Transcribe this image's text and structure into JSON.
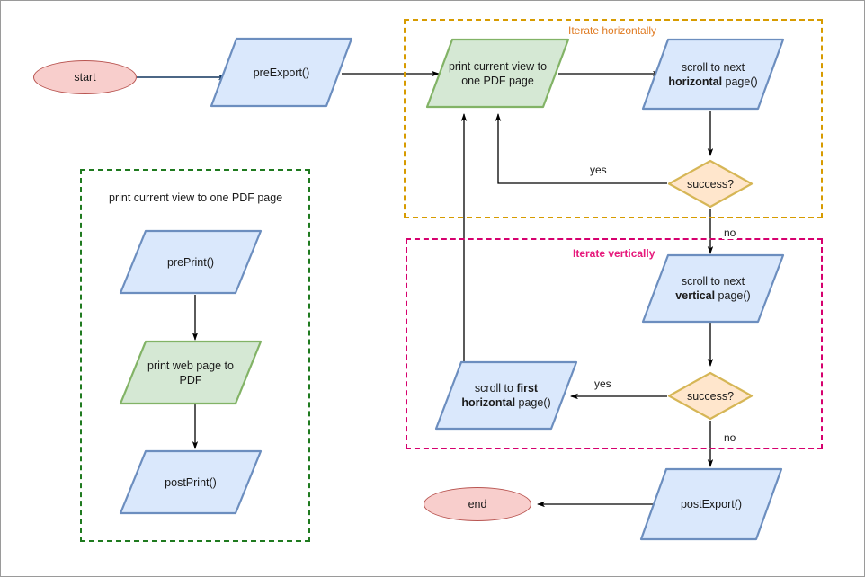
{
  "diagram": {
    "title": "PDF export flowchart",
    "colors": {
      "blue_fill": "#dae8fc",
      "blue_stroke": "#6c8ebf",
      "green_fill": "#d5e8d4",
      "green_stroke": "#82b366",
      "yellow_fill": "#ffe6cc",
      "yellow_stroke": "#d6b656",
      "red_fill": "#f8cecc",
      "red_stroke": "#b85450",
      "group_horizontal": "#d79b00",
      "group_vertical": "#d6006e",
      "group_sub": "#1f7a1f",
      "edge": "#000000"
    }
  },
  "groups": {
    "horizontal": {
      "label": "Iterate horizontally"
    },
    "vertical": {
      "label": "Iterate vertically"
    },
    "subroutine": {
      "label": "print current view to one PDF page"
    }
  },
  "nodes": {
    "start": {
      "label": "start",
      "shape": "ellipse",
      "color": "red"
    },
    "pre_export": {
      "label": "preExport()",
      "shape": "parallelogram",
      "color": "blue"
    },
    "print_current_view": {
      "line1": "print current view to",
      "line2": "one PDF page",
      "shape": "parallelogram",
      "color": "green"
    },
    "scroll_next_horizontal": {
      "line1": "scroll to next",
      "line2_bold": "horizontal",
      "line2_rest": " page()",
      "shape": "parallelogram",
      "color": "blue"
    },
    "success_horizontal": {
      "label": "success?",
      "shape": "diamond",
      "color": "yellow"
    },
    "scroll_next_vertical": {
      "line1": "scroll to next",
      "line2_bold": "vertical",
      "line2_rest": " page()",
      "shape": "parallelogram",
      "color": "blue"
    },
    "success_vertical": {
      "label": "success?",
      "shape": "diamond",
      "color": "yellow"
    },
    "scroll_first_horizontal": {
      "line1_rest": "scroll to ",
      "line1_bold": "first",
      "line2_bold": "horizontal",
      "line2_rest": " page()",
      "shape": "parallelogram",
      "color": "blue"
    },
    "post_export": {
      "label": "postExport()",
      "shape": "parallelogram",
      "color": "blue"
    },
    "end": {
      "label": "end",
      "shape": "ellipse",
      "color": "red"
    },
    "pre_print": {
      "label": "prePrint()",
      "shape": "parallelogram",
      "color": "blue"
    },
    "print_web_page": {
      "line1": "print web page to",
      "line2": "PDF",
      "shape": "parallelogram",
      "color": "green"
    },
    "post_print": {
      "label": "postPrint()",
      "shape": "parallelogram",
      "color": "blue"
    }
  },
  "edge_labels": {
    "yes_horizontal": "yes",
    "no_horizontal": "no",
    "yes_vertical": "yes",
    "no_vertical": "no"
  }
}
